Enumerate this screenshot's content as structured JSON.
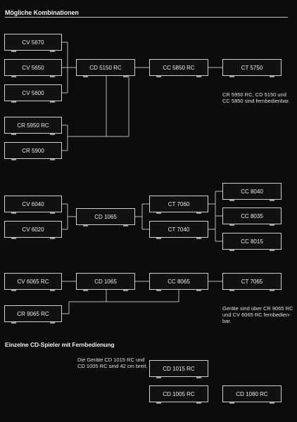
{
  "heading": "Mögliche Kombinationen",
  "subheading": "Einzelne CD-Spieler mit Fernbedienung",
  "units": {
    "cv5670": "CV 5670",
    "cv5650": "CV 5650",
    "cv5600": "CV 5600",
    "cr5950rc": "CR 5950 RC",
    "cr5900": "CR 5900",
    "cd5150rc": "CD 5150 RC",
    "cc5850rc": "CC 5850 RC",
    "ct5750": "CT 5750",
    "cv6040": "CV 6040",
    "cv6020": "CV 6020",
    "cd1065_a": "CD 1065",
    "ct7060": "CT 7060",
    "ct7040": "CT 7040",
    "cc8040": "CC 8040",
    "cc8035": "CC 8035",
    "cc8015": "CC 8015",
    "cv6065rc": "CV 6065 RC",
    "cr9065rc": "CR 9065 RC",
    "cd1065_b": "CD 1065",
    "cc8065": "CC 8065",
    "ct7065": "CT 7065",
    "cd1015rc": "CD 1015 RC",
    "cd1005rc": "CD 1005 RC",
    "cd1080rc": "CD 1080 RC"
  },
  "notes": {
    "remote1_l1": "CR 5950 RC, CD 5150 und",
    "remote1_l2": "CC 5850 sind fernbedienbar.",
    "remote2_l1": "Geräte sind über CR 9065 RC",
    "remote2_l2": "und CV 6065 RC fernbedien-",
    "remote2_l3": "bar.",
    "width_l1": "Die Geräte CD 1015 RC und",
    "width_l2": "CD 1005 RC sind 42 cm breit."
  }
}
